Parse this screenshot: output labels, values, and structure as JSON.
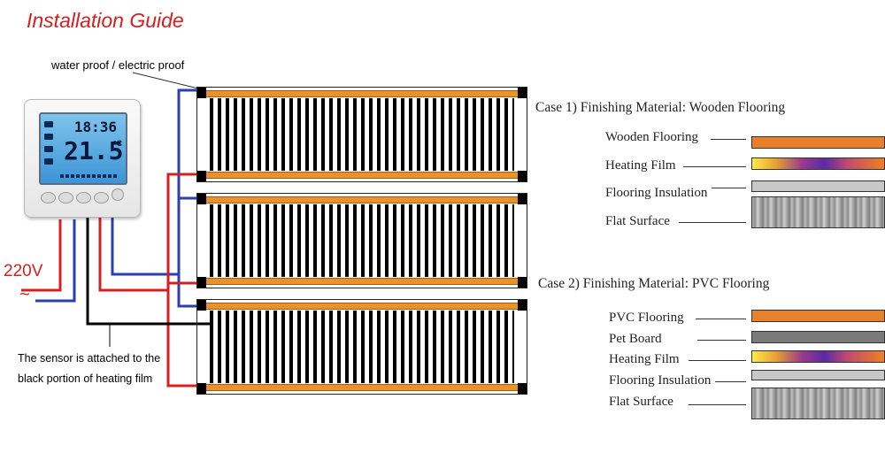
{
  "guide": {
    "title": "Installation Guide",
    "waterproof_label": "water proof / electric proof",
    "voltage": "220V",
    "ac_symbol": "~",
    "sensor_note": "The sensor is attached to the black portion of heating film"
  },
  "thermostat": {
    "time": "18:36",
    "temperature": "21.5",
    "unit": "°C"
  },
  "colors": {
    "title_red": "#d42020",
    "live_wire": "#d42020",
    "neutral_wire": "#2a3fb0",
    "sensor_wire": "#000000",
    "film_bus": "#e8922c"
  },
  "cases": [
    {
      "title": "Case 1) Finishing Material: Wooden Flooring",
      "layers": [
        {
          "label": "Wooden Flooring",
          "material": "wood"
        },
        {
          "label": "Heating Film",
          "material": "heat"
        },
        {
          "label": "Flooring Insulation",
          "material": "insul"
        },
        {
          "label": "Flat Surface",
          "material": "flat"
        }
      ]
    },
    {
      "title": "Case 2) Finishing Material: PVC Flooring",
      "layers": [
        {
          "label": "PVC Flooring",
          "material": "wood"
        },
        {
          "label": "Pet Board",
          "material": "pet"
        },
        {
          "label": "Heating Film",
          "material": "heat"
        },
        {
          "label": "Flooring Insulation",
          "material": "insul"
        },
        {
          "label": "Flat Surface",
          "material": "flat"
        }
      ]
    }
  ]
}
